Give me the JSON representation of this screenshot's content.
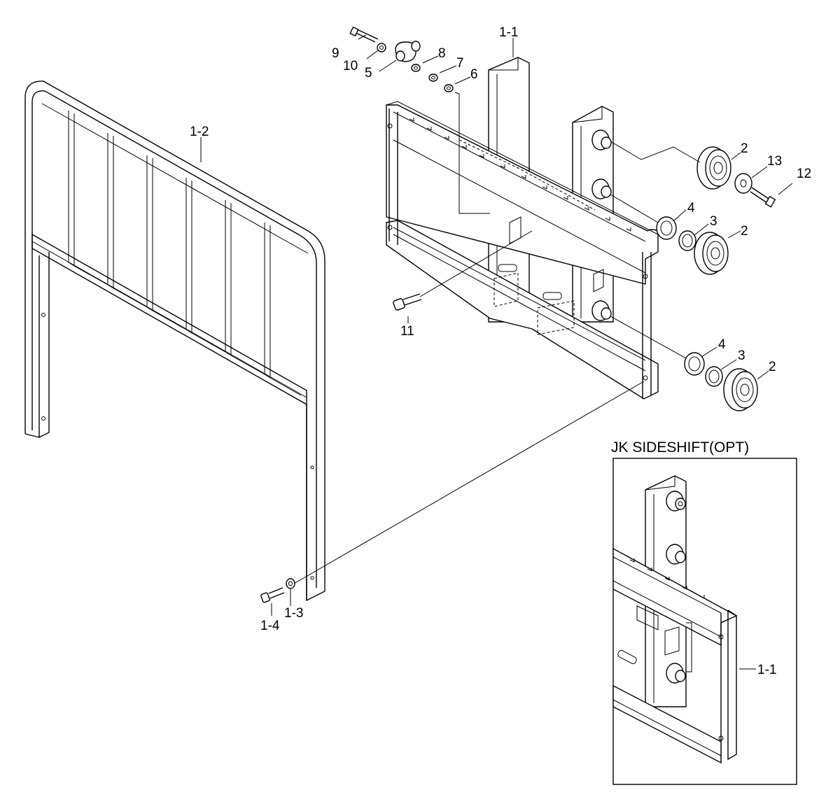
{
  "diagram": {
    "callouts": {
      "c1_1_top": "1-1",
      "c1_2": "1-2",
      "c9": "9",
      "c10": "10",
      "c5": "5",
      "c8": "8",
      "c7": "7",
      "c6": "6",
      "c2_top": "2",
      "c13": "13",
      "c12": "12",
      "c4_mid": "4",
      "c3_mid": "3",
      "c2_mid": "2",
      "c11": "11",
      "c4_low": "4",
      "c3_low": "3",
      "c2_low": "2",
      "c1_4": "1-4",
      "c1_3": "1-3",
      "c1_1_inset": "1-1"
    },
    "inset": {
      "title": "JK SIDESHIFT(OPT)"
    }
  }
}
